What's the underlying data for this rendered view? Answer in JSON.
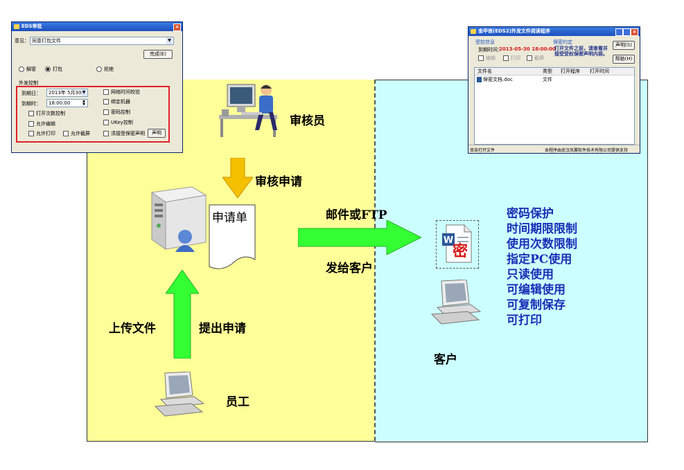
{
  "diagram": {
    "roles": {
      "auditor": "审核员",
      "employee": "员工",
      "client": "客户"
    },
    "arrows": {
      "review_request": "审核申请",
      "upload_file": "上传文件",
      "submit_request": "提出申请",
      "mail_or_ftp": "邮件或FTP",
      "send_to_client": "发给客户"
    },
    "document_label": "申请单",
    "doc_icon_glyph": "密",
    "features": [
      "密码保护",
      "时间期限限制",
      "使用次数限制",
      "指定PC使用",
      "只读使用",
      "可编辑使用",
      "可复制保存",
      "可打印"
    ],
    "colors": {
      "left_bg": "#ffff99",
      "right_bg": "#ccffff",
      "arrow_green": "#33ff33",
      "arrow_gold": "#f5c000",
      "feature_text": "#1a2fb5"
    }
  },
  "approval_window": {
    "title": "EDS审批",
    "opinion_label": "意见：",
    "opinion_value": "同意打包文件",
    "done_button": "完成(E)",
    "radio_decrypt": "解密",
    "radio_pack": "打包",
    "radio_reject": "拒绝",
    "group_label": "外发控制",
    "expiry_date_label": "到期日：",
    "expiry_date_value": "2013年 5月30日",
    "expiry_time_label": "到期时：",
    "expiry_time_value": "18:00:00",
    "cb_open_count": "打开次数控制",
    "cb_allow_edit": "允许编辑",
    "cb_allow_print": "允许打印",
    "cb_allow_screenshot": "允许截屏",
    "cb_network_time": "网络时间校验",
    "cb_bind_machine": "绑定机器",
    "cb_password": "密码控制",
    "cb_ukey": "UKey控制",
    "cb_accept_secret": "须接受保密声明",
    "statement_button": "声明"
  },
  "viewer_window": {
    "title": "金甲信(EDS2)外发文件阅读程序",
    "group_control": "受控信息",
    "expiry_prefix": "到期时间：",
    "expiry_value": "2013-05-30 18:00:00",
    "cb_edit": "编辑",
    "cb_print": "打印",
    "cb_screenshot": "截屏",
    "group_secret": "保密约定",
    "secret_text": "打开文件之前，请查看并接受受权保密声明内容。",
    "statement_button": "声明(S)",
    "help_button": "帮助(H)",
    "col_filename": "文件名",
    "col_type": "类型",
    "col_program": "打开程序",
    "col_opentime": "打开时间",
    "row_filename": "保密文档.doc",
    "row_type": "文件",
    "status_left": "双击打开文件",
    "status_right": "本程序由武汉凤翼软件技术有限公司提供支持"
  }
}
